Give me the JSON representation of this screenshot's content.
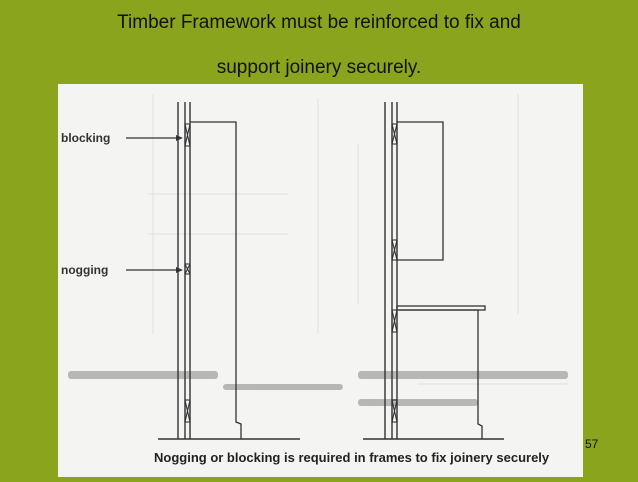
{
  "slide": {
    "title_line1": "Timber Framework must be reinforced to fix and",
    "title_line2": "support joinery securely.",
    "page_number": "57",
    "background_color": "#8ba41e"
  },
  "diagram": {
    "labels": {
      "blocking": "blocking",
      "nogging": "nogging"
    },
    "caption": "Nogging or blocking is required in frames to fix joinery securely"
  }
}
